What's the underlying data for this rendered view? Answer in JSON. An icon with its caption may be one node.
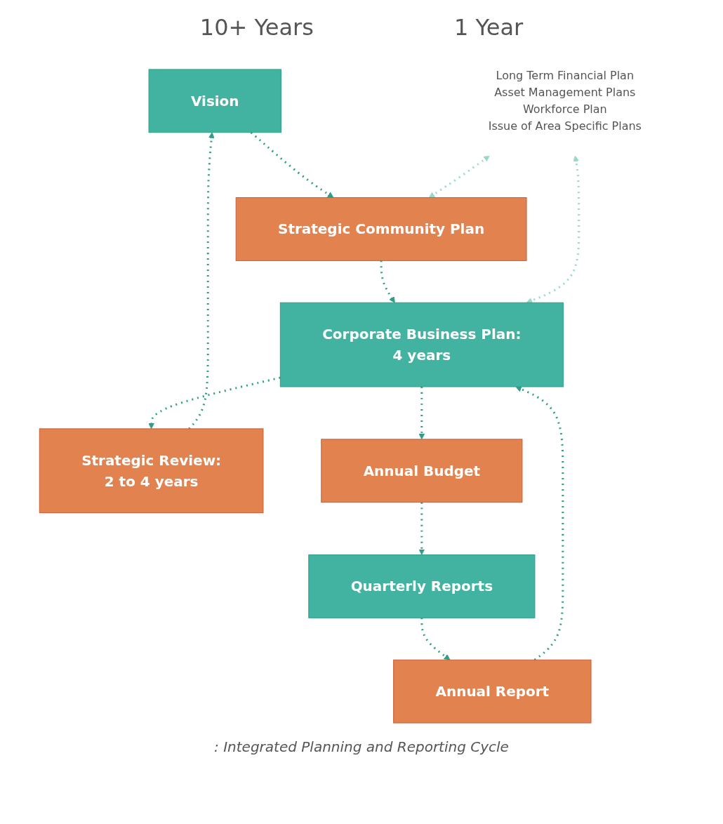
{
  "diagram": {
    "caption": ": Integrated Planning and Reporting Cycle",
    "nodes": [
      {
        "text": [
          "Vision"
        ]
      },
      {
        "text": [
          "Strategic Community Plan"
        ]
      },
      {
        "text": [
          "Strategic Review:",
          "2 to 4 years"
        ]
      },
      {
        "text": [
          "Corporate Business Plan:",
          "4 years"
        ]
      },
      {
        "text": [
          "Annual Report"
        ]
      },
      {
        "text": [
          "Annual Budget"
        ]
      },
      {
        "text": [
          "Quarterly Reports"
        ]
      },
      {
        "text": [
          "Long Term Financial Plan",
          "Asset Management Plans",
          "Workforce Plan",
          "Issue of Area Specific Plans"
        ]
      }
    ],
    "edges": [
      {
        "from": 0,
        "to": 1,
        "arrow": "to",
        "style": "dashed"
      },
      {
        "from": 1,
        "to": 3,
        "arrow": "to",
        "style": "dashed"
      },
      {
        "from": 2,
        "to": 0,
        "arrow": "to",
        "style": "dashed"
      },
      {
        "from": 3,
        "to": 2,
        "arrow": "to",
        "style": "dashed"
      },
      {
        "from": 3,
        "to": 5,
        "arrow": "to",
        "style": "dashed"
      },
      {
        "from": 5,
        "to": 6,
        "arrow": "to",
        "style": "dashed"
      },
      {
        "from": 6,
        "to": 4,
        "arrow": "to",
        "style": "dashed"
      },
      {
        "from": 4,
        "to": 3,
        "arrow": "to",
        "style": "dashed"
      },
      {
        "from": 7,
        "to": 1,
        "arrow": "both",
        "style": "dashed",
        "color": "#9ad9c8"
      },
      {
        "from": 7,
        "to": 3,
        "arrow": "both",
        "style": "dashed",
        "color": "#9ad9c8"
      }
    ],
    "labels": [
      "10+ Years",
      "1 Year"
    ]
  }
}
